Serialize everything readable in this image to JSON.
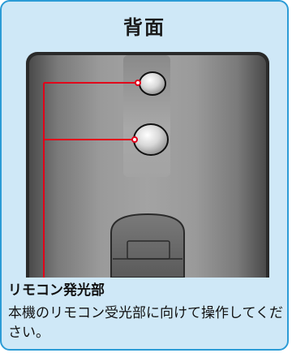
{
  "panel": {
    "title": "背面"
  },
  "callout": {
    "title": "リモコン発光部",
    "body": "本機のリモコン受光部に向けて操作してください。"
  },
  "colors": {
    "panel_bg": "#cfe8f7",
    "panel_border": "#2b9bd6",
    "leader_line": "#e2001a"
  },
  "icons": [
    "remote-control-back-illustration",
    "ir-emitter-icon",
    "battery-cover-icon"
  ]
}
